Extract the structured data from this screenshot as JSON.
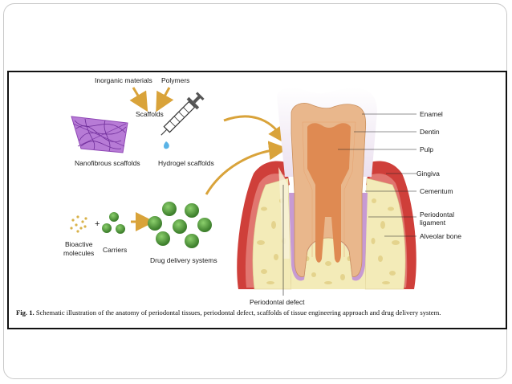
{
  "figure": {
    "labels": {
      "inorganic": "Inorganic materials",
      "polymers": "Polymers",
      "scaffolds": "Scaffolds",
      "nanofibrous": "Nanofibrous scaffolds",
      "hydrogel": "Hydrogel scaffolds",
      "bioactive_line1": "Bioactive",
      "bioactive_line2": "molecules",
      "plus": "+",
      "carriers": "Carriers",
      "drug_delivery": "Drug delivery systems",
      "enamel": "Enamel",
      "dentin": "Dentin",
      "pulp": "Pulp",
      "gingiva": "Gingiva",
      "cementum": "Cementum",
      "periodontal_line1": "Periodontal",
      "periodontal_line2": "ligament",
      "alveolar_bone": "Alveolar bone",
      "periodontal_defect": "Periodontal defect"
    },
    "caption": {
      "prefix": "Fig. 1.",
      "text": " Schematic illustration of the anatomy of periodontal tissues, periodontal defect, scaffolds of tissue engineering approach and drug delivery system."
    }
  },
  "colors": {
    "arrow": "#d9a33a",
    "nanofiber": "#a35cc9",
    "green_sphere": "#4f9a3a",
    "enamel": "#f2ebf4",
    "dentin": "#e9b78c",
    "pulp": "#df8a52",
    "gingiva": "#cf3f3a",
    "bone": "#f3ebb8",
    "ligament": "#c79ad3"
  }
}
